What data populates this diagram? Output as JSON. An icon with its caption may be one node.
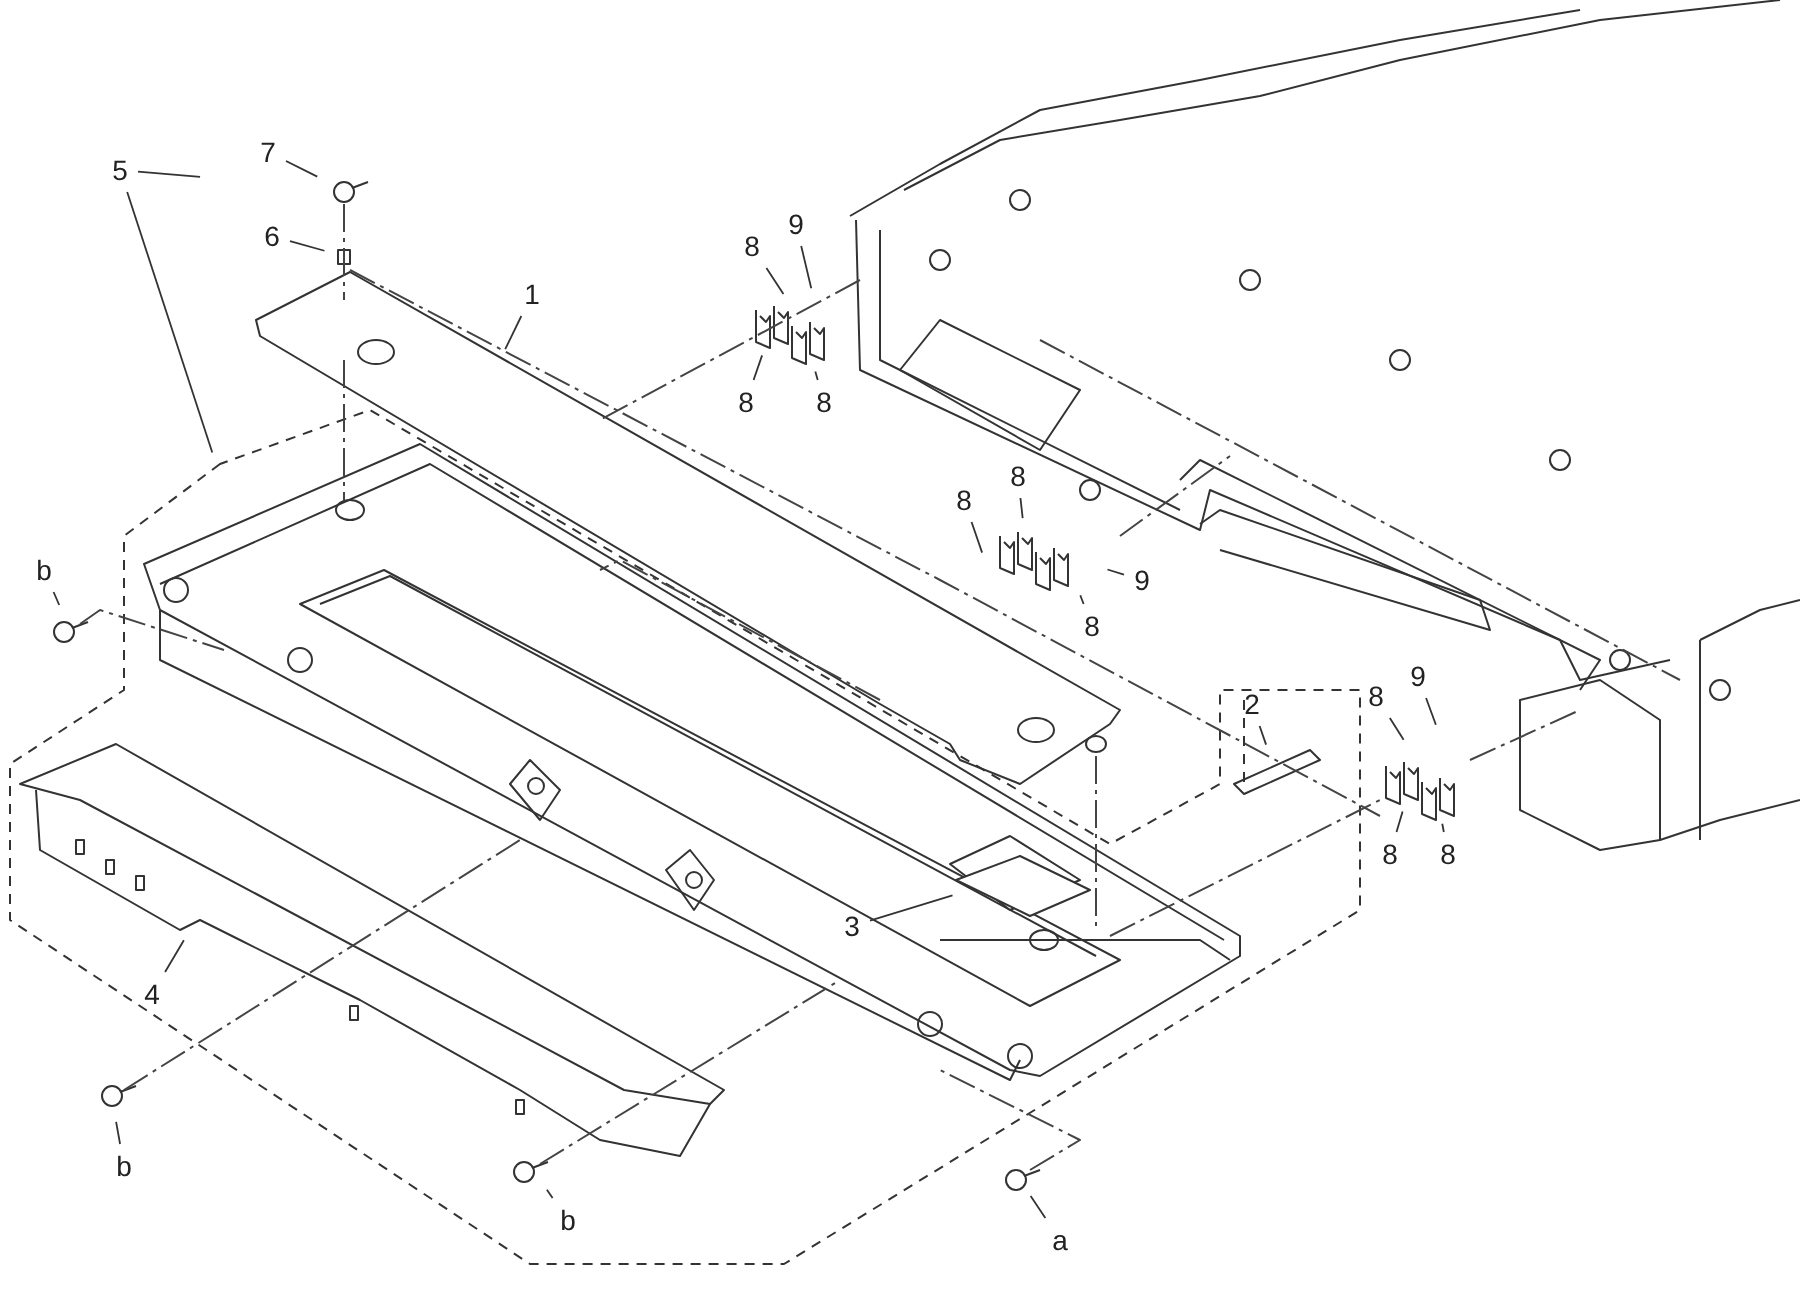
{
  "diagram": {
    "nodes": [
      {
        "text": [
          "7"
        ]
      },
      {
        "text": [
          "5"
        ]
      },
      {
        "text": [
          "9"
        ]
      },
      {
        "text": [
          "6"
        ]
      },
      {
        "text": [
          "8"
        ]
      },
      {
        "text": [
          "1"
        ]
      },
      {
        "text": [
          "8"
        ]
      },
      {
        "text": [
          "8"
        ]
      },
      {
        "text": [
          "8"
        ]
      },
      {
        "text": [
          "8"
        ]
      },
      {
        "text": [
          "b"
        ]
      },
      {
        "text": [
          "9"
        ]
      },
      {
        "text": [
          "8"
        ]
      },
      {
        "text": [
          "9"
        ]
      },
      {
        "text": [
          "8"
        ]
      },
      {
        "text": [
          "2"
        ]
      },
      {
        "text": [
          "8"
        ]
      },
      {
        "text": [
          "8"
        ]
      },
      {
        "text": [
          "3"
        ]
      },
      {
        "text": [
          "4"
        ]
      },
      {
        "text": [
          "b"
        ]
      },
      {
        "text": [
          "b"
        ]
      },
      {
        "text": [
          "a"
        ]
      }
    ],
    "edges": [
      {
        "from": 0,
        "to": null,
        "arrow": "none"
      },
      {
        "from": 1,
        "to": null,
        "arrow": "none"
      },
      {
        "from": 1,
        "to": null,
        "arrow": "none"
      },
      {
        "from": 2,
        "to": null,
        "arrow": "none"
      },
      {
        "from": 3,
        "to": null,
        "arrow": "none"
      },
      {
        "from": 4,
        "to": null,
        "arrow": "none"
      },
      {
        "from": 5,
        "to": null,
        "arrow": "none"
      },
      {
        "from": 6,
        "to": null,
        "arrow": "none"
      },
      {
        "from": 7,
        "to": null,
        "arrow": "none"
      },
      {
        "from": 8,
        "to": null,
        "arrow": "none"
      },
      {
        "from": 9,
        "to": null,
        "arrow": "none"
      },
      {
        "from": 10,
        "to": null,
        "arrow": "none"
      },
      {
        "from": 11,
        "to": null,
        "arrow": "none"
      },
      {
        "from": 12,
        "to": null,
        "arrow": "none"
      },
      {
        "from": 13,
        "to": null,
        "arrow": "none"
      },
      {
        "from": 14,
        "to": null,
        "arrow": "none"
      },
      {
        "from": 15,
        "to": null,
        "arrow": "none"
      },
      {
        "from": 16,
        "to": null,
        "arrow": "none"
      },
      {
        "from": 17,
        "to": null,
        "arrow": "none"
      },
      {
        "from": 18,
        "to": null,
        "arrow": "none"
      },
      {
        "from": 19,
        "to": null,
        "arrow": "none"
      },
      {
        "from": 20,
        "to": null,
        "arrow": "none"
      },
      {
        "from": 21,
        "to": null,
        "arrow": "none"
      },
      {
        "from": 22,
        "to": null,
        "arrow": "none"
      }
    ]
  }
}
